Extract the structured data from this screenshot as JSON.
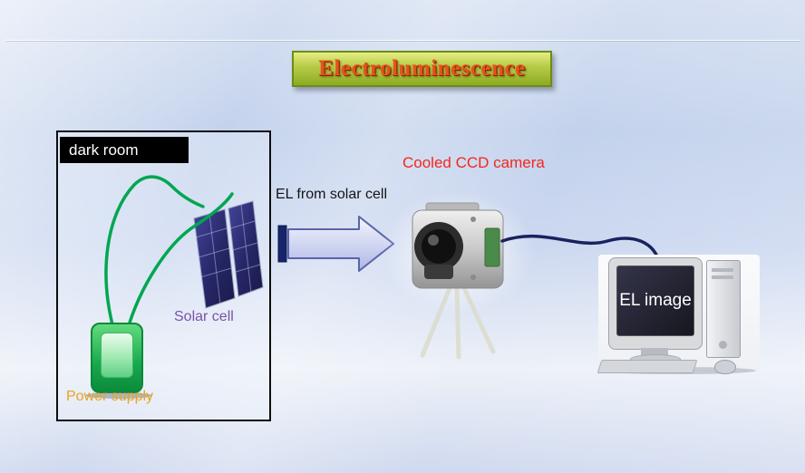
{
  "title": {
    "text": "Electroluminescence"
  },
  "dark_room": {
    "label": "dark room",
    "solar_cell_label": "Solar cell",
    "power_supply_label": "Power supply"
  },
  "flow": {
    "arrow_label": "EL from solar cell"
  },
  "camera": {
    "label": "Cooled CCD camera"
  },
  "computer": {
    "screen_text": "EL image"
  },
  "colors": {
    "title_text": "#e8511c",
    "banner_green": "#9bb43a",
    "solar_cell_label": "#7a52a8",
    "power_supply_label": "#eaa41e",
    "camera_label": "#f5261a",
    "wire_green": "#00a651",
    "cable_navy": "#18235e",
    "arrow_fill": "#c5cbec"
  }
}
